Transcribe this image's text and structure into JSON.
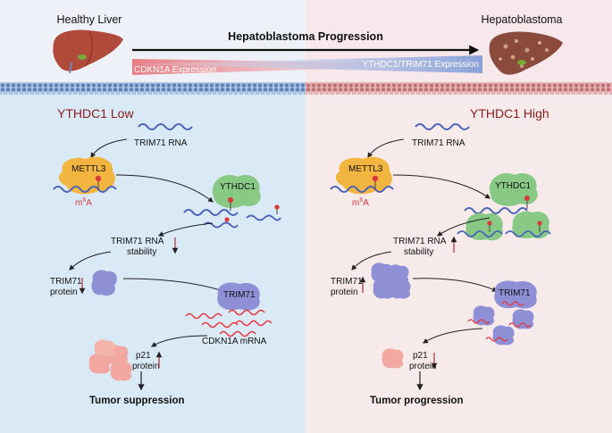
{
  "header": {
    "healthy_label": "Healthy Liver",
    "tumor_label": "Hepatoblastoma",
    "progression_label": "Hepatoblastoma Progression",
    "cdkn1a_expression": "CDKN1A Expression",
    "ythdc1_trim71_expression": "YTHDC1/TRIM71 Expression"
  },
  "left_panel": {
    "title": "YTHDC1 Low",
    "trim71_rna": "TRIM71 RNA",
    "mettl3": "METTL3",
    "m6a_base": "m",
    "m6a_sup": "6",
    "m6a_end": "A",
    "ythdc1": "YTHDC1",
    "stability_line1": "TRIM71 RNA",
    "stability_line2": "stability",
    "protein_line1": "TRIM71",
    "protein_line2": "protein",
    "trim71": "TRIM71",
    "cdkn1a_mrna": "CDKN1A mRNA",
    "p21_line1": "p21",
    "p21_line2": "protein",
    "outcome": "Tumor suppression"
  },
  "right_panel": {
    "title": "YTHDC1 High",
    "trim71_rna": "TRIM71 RNA",
    "mettl3": "METTL3",
    "m6a_base": "m",
    "m6a_sup": "6",
    "m6a_end": "A",
    "ythdc1": "YTHDC1",
    "stability_line1": "TRIM71 RNA",
    "stability_line2": "stability",
    "protein_line1": "TRIM71",
    "protein_line2": "protein",
    "trim71": "TRIM71",
    "p21_line1": "p21",
    "p21_line2": "protein",
    "outcome": "Tumor progression"
  },
  "colors": {
    "left_bg": "#d9e9f6",
    "right_bg": "#f6eaea",
    "header_left_bg": "#eef2f8",
    "header_right_bg": "#f7e8ec",
    "title_red": "#8b1a1a",
    "rna_blue": "#4b63b8",
    "mettl3_orange": "#f2b540",
    "ythdc1_green": "#88c985",
    "trim71_purple": "#8f8fd6",
    "mrna_red": "#e6373f",
    "p21_salmon": "#f2a8a0",
    "m6a_red": "#d83a3a",
    "arrow_up_red": "#b02020"
  }
}
